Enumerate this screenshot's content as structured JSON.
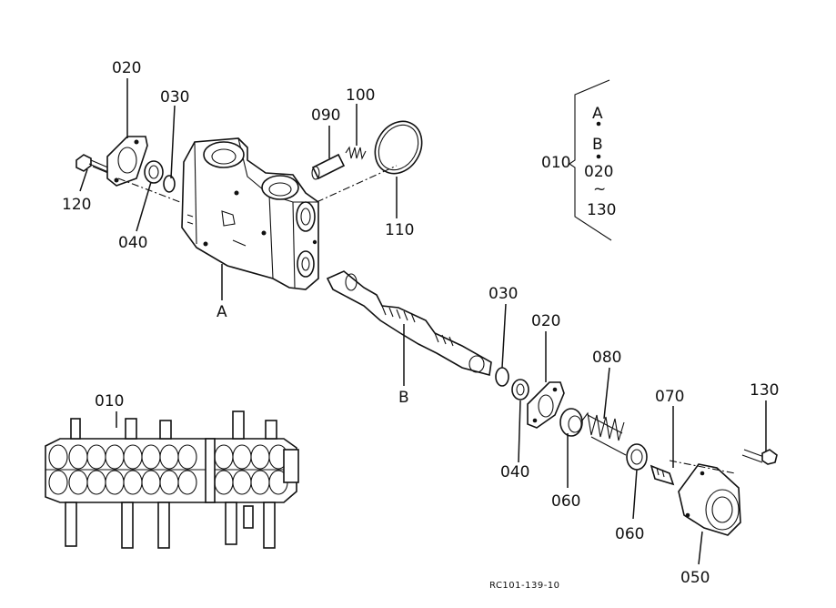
{
  "diagram": {
    "labels": {
      "p020_top": "020",
      "p030_top": "030",
      "p120": "120",
      "p040_left": "040",
      "p090": "090",
      "p100": "100",
      "p110": "110",
      "ref_a": "A",
      "ref_b": "B",
      "p030_mid": "030",
      "p020_mid": "020",
      "p040_mid": "040",
      "p060_a": "060",
      "p080": "080",
      "p060_b": "060",
      "p070": "070",
      "p130": "130",
      "p050": "050",
      "p010_bottom": "010"
    },
    "legend": {
      "assembly": "010",
      "a": "A",
      "b": "B",
      "from": "020",
      "range_mark": "~",
      "to": "130"
    },
    "drawing_code": "RC101-139-10"
  }
}
